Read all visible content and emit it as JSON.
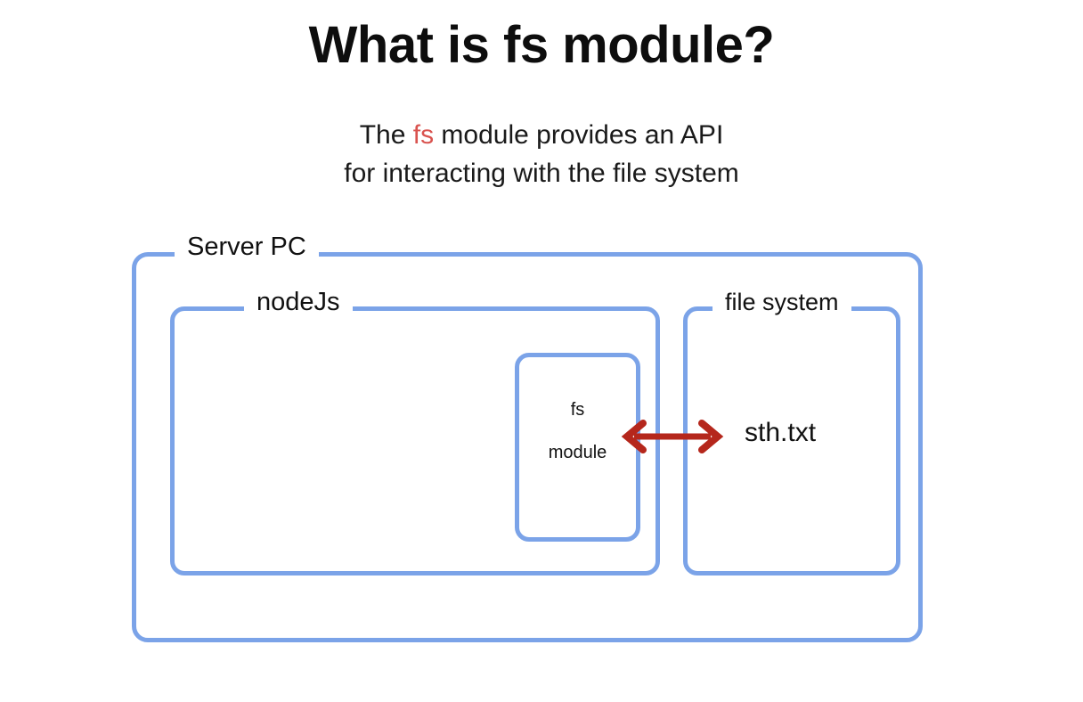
{
  "slide": {
    "title": "What is fs module?",
    "subtitle": {
      "line1_before": "The ",
      "line1_accent": "fs",
      "line1_after": " module provides an API",
      "line2": "for interacting with the file system"
    }
  },
  "diagram": {
    "type": "nested-boxes",
    "outer": {
      "label": "Server PC"
    },
    "children": [
      {
        "label": "nodeJs",
        "inner": {
          "label_line1": "fs",
          "label_line2": "module"
        }
      },
      {
        "label": "file system",
        "file": "sth.txt"
      }
    ],
    "connector": {
      "kind": "double-headed-arrow",
      "from": "fs module",
      "to": "sth.txt"
    }
  },
  "colors": {
    "box_border": "#7ba3e8",
    "arrow": "#b5271c",
    "accent_text": "#d9534f",
    "body_text": "#111111",
    "background": "#ffffff"
  }
}
